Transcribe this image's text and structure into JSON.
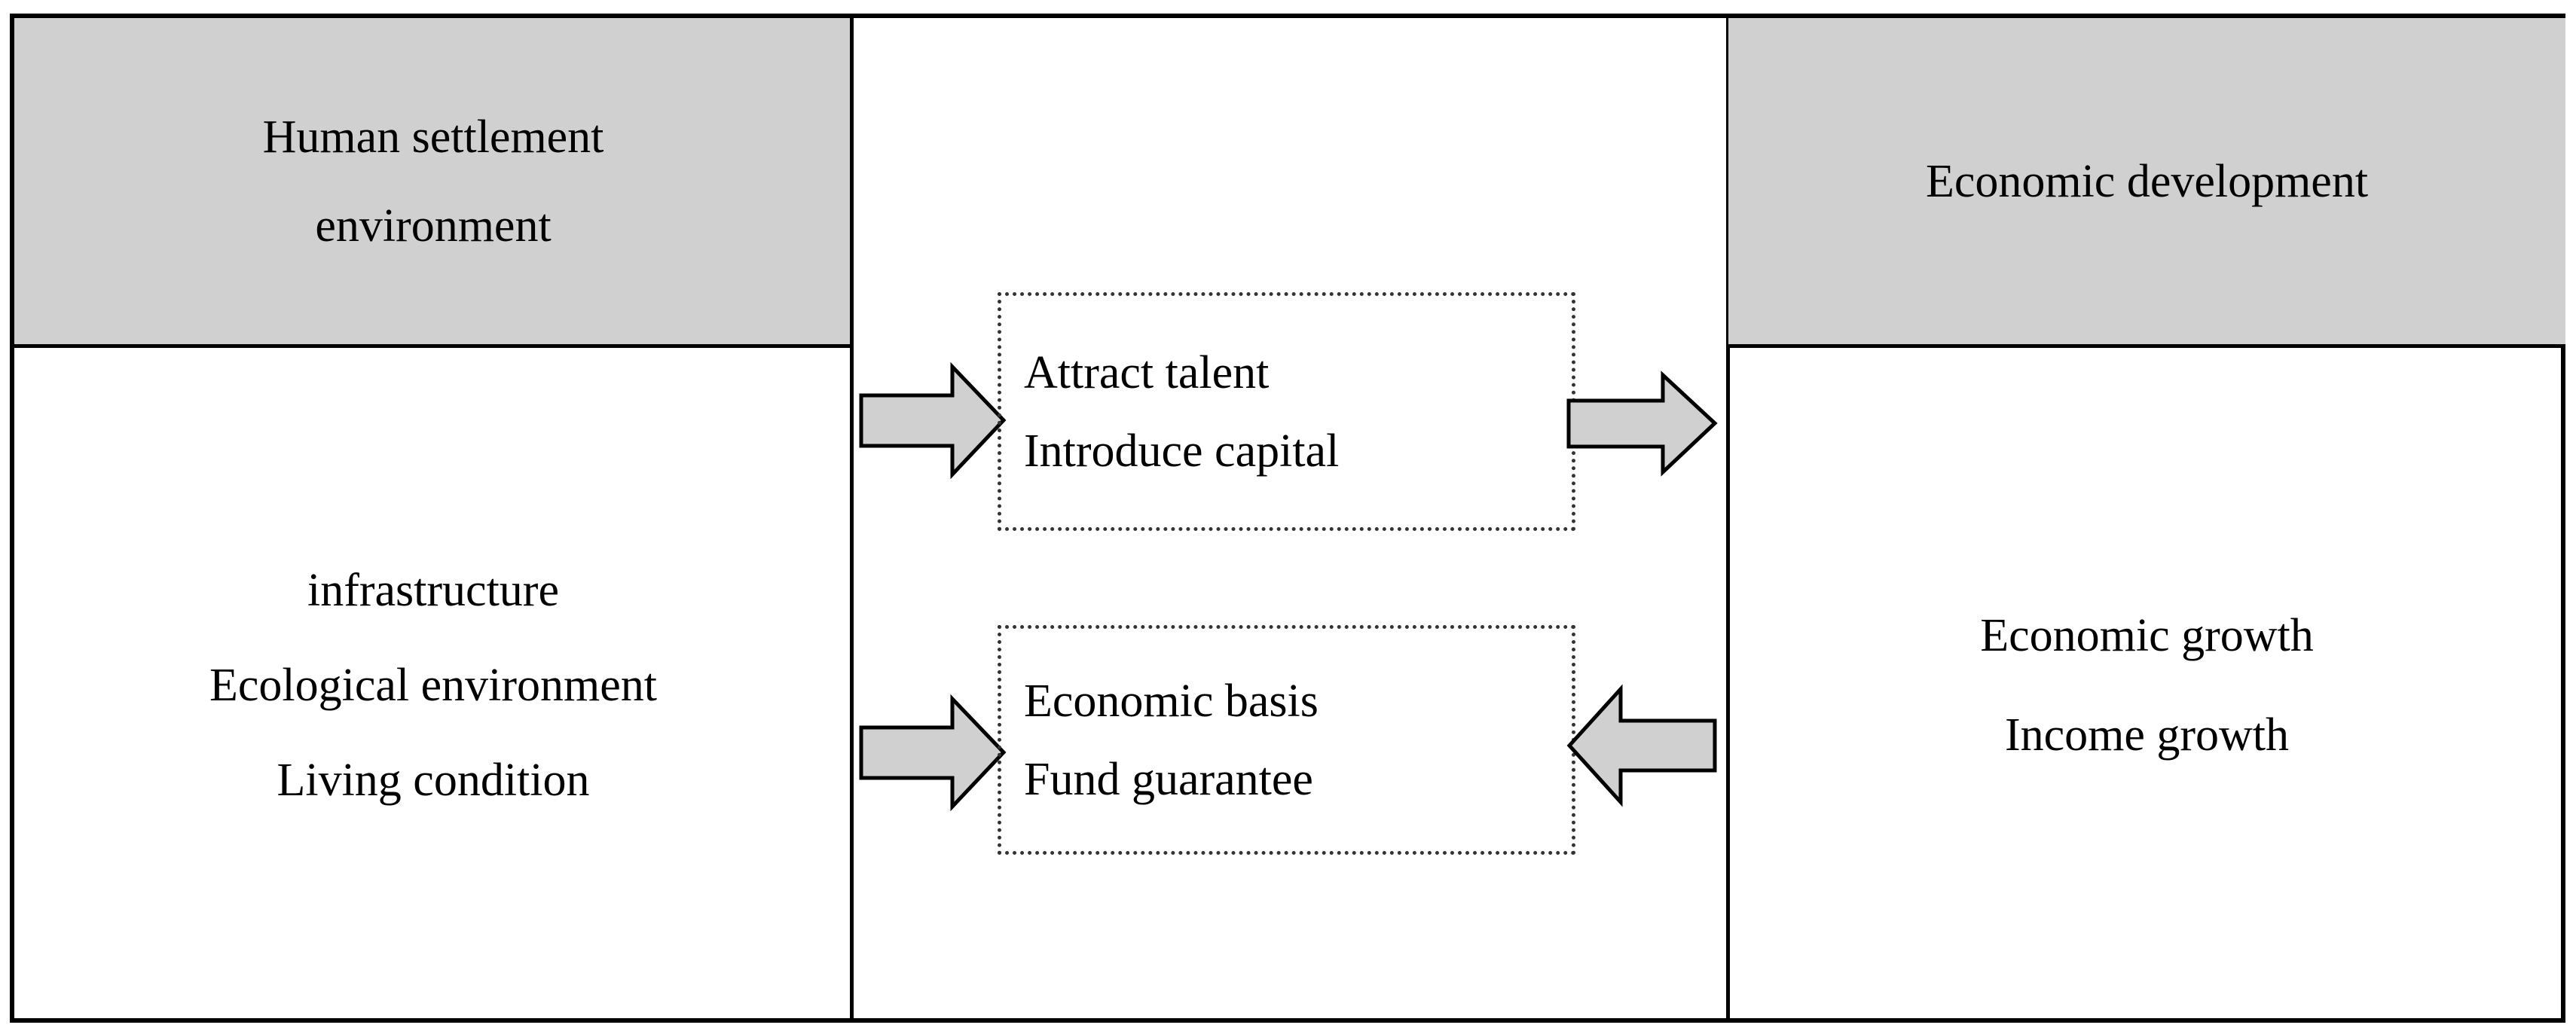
{
  "diagram": {
    "type": "conceptual-relationship-diagram",
    "title": "",
    "colors": {
      "header_fill": "#d0d0d0",
      "arrow_fill": "#d0d0d0",
      "border": "#000000",
      "dotted_border": "#333333",
      "background": "#ffffff",
      "text": "#000000"
    },
    "left_column": {
      "header": {
        "lines": [
          "Human settlement",
          "environment"
        ]
      },
      "body": {
        "items": [
          "infrastructure",
          "Ecological environment",
          "Living condition"
        ]
      }
    },
    "middle_column": {
      "boxes": [
        {
          "id": "box-1",
          "lines": [
            "Attract talent",
            "Introduce capital"
          ],
          "border_style": "dotted"
        },
        {
          "id": "box-2",
          "lines": [
            "Economic basis",
            "Fund guarantee"
          ],
          "border_style": "dotted"
        }
      ],
      "arrows": [
        {
          "id": "arrow-1",
          "direction": "right",
          "from": "left_column",
          "to": "box-1"
        },
        {
          "id": "arrow-2",
          "direction": "right",
          "from": "box-1",
          "to": "right_column"
        },
        {
          "id": "arrow-3",
          "direction": "right",
          "from": "left_column",
          "to": "box-2"
        },
        {
          "id": "arrow-4",
          "direction": "left",
          "from": "right_column",
          "to": "box-2"
        }
      ]
    },
    "right_column": {
      "header": {
        "lines": [
          "Economic development"
        ]
      },
      "body": {
        "items": [
          "Economic growth",
          "Income growth"
        ]
      }
    }
  }
}
